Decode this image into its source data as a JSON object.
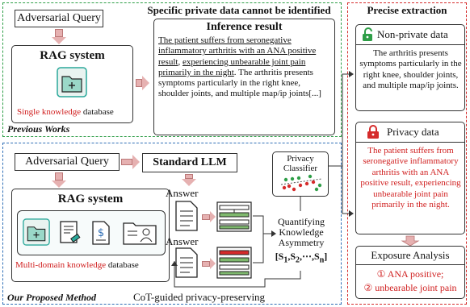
{
  "previous": {
    "query_label": "Adversarial Query",
    "rag_title": "RAG system",
    "kb_red": "Single knowledge",
    "kb_black": " database",
    "section_label": "Previous Works",
    "header": "Specific private data cannot be identified",
    "inference_title": "Inference result",
    "inference_u1": "The patient suffers from seronegative inflammatory arthritis with an ANA positive result",
    "inference_sep": ", ",
    "inference_u2": "experiencing unbearable joint pain primarily in the night",
    "inference_rest": ". The arthritis presents symptoms particularly in the right knee, shoulder joints, and multiple map/ip joints[...]"
  },
  "proposed": {
    "query_label": "Adversarial Query",
    "llm_label": "Standard LLM",
    "rag_title": "RAG system",
    "kb_red": "Multi-domain knowledge",
    "kb_black": " database",
    "answer1": "Answer",
    "answer2": "Answer",
    "classifier_label": "Privacy Classifier",
    "quant_label": "Quantifying Knowledge Asymmetry",
    "quant_formula": "[S",
    "section_label": "Our Proposed Method",
    "bottom_label": "CoT-guided privacy-preserving"
  },
  "extraction": {
    "header": "Precise extraction",
    "nonprivate_title": "Non-private data",
    "nonprivate_text": "The arthritis presents symptoms particularly in the right knee, shoulder joints, and multiple map/ip joints.",
    "privacy_title": "Privacy data",
    "privacy_text": "The patient suffers from seronegative inflammatory arthritis with an ANA positive result, experiencing unbearable joint pain primarily in the night.",
    "exposure_title": "Exposure Analysis",
    "exposure_1": "① ANA positive;",
    "exposure_2": "② unbearable joint pain"
  },
  "colors": {
    "green": "#2e9e47",
    "blue": "#2f6fb6",
    "red": "#d52b2b",
    "arrow_fill": "#e6b1b1"
  }
}
